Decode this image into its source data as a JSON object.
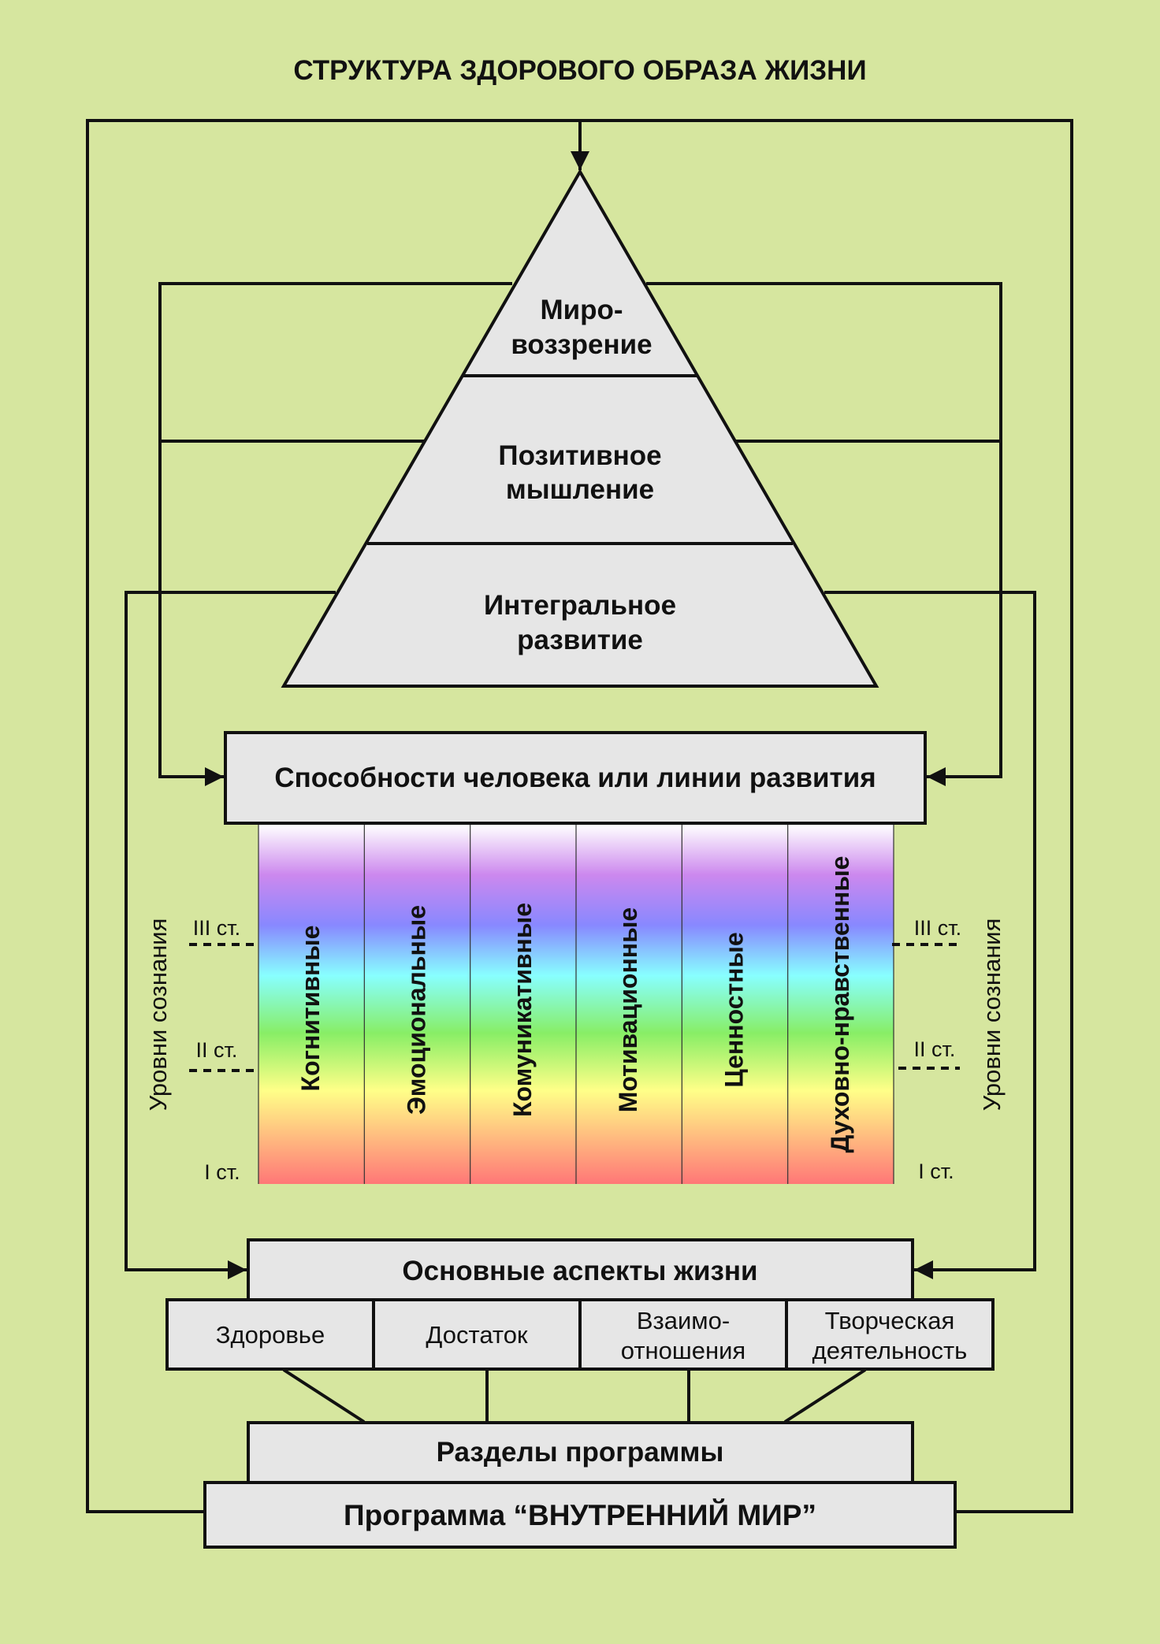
{
  "title": "СТРУКТУРА ЗДОРОВОГО ОБРАЗА ЖИЗНИ",
  "pyramid": {
    "top": [
      "Миро-",
      "воззрение"
    ],
    "middle": [
      "Позитивное",
      "мышление"
    ],
    "bottom": [
      "Интегральное",
      "развитие"
    ]
  },
  "abilities_title": "Способности человека или линии развития",
  "columns": [
    "Когнитивные",
    "Эмоциональные",
    "Комуникативные",
    "Мотивационные",
    "Ценностные",
    "Духовно-нравственные"
  ],
  "levels": {
    "label": "Уровни сознания",
    "marks": [
      "III ст.",
      "II ст.",
      "I ст."
    ]
  },
  "aspects": {
    "title": "Основные аспекты жизни",
    "items": [
      [
        "Здоровье"
      ],
      [
        "Достаток"
      ],
      [
        "Взаимо-",
        "отношения"
      ],
      [
        "Творческая",
        "деятельность"
      ]
    ]
  },
  "sections_title": "Разделы программы",
  "program_title": "Программа “ВНУТРЕННИЙ МИР”",
  "colors": {
    "background": "#d6e69f",
    "box_fill": "#e6e6e6",
    "line": "#111111",
    "spectrum": [
      "#ffffff",
      "#cc88ee",
      "#8888ff",
      "#88ffff",
      "#88ee66",
      "#ffff88",
      "#ff7777"
    ]
  }
}
